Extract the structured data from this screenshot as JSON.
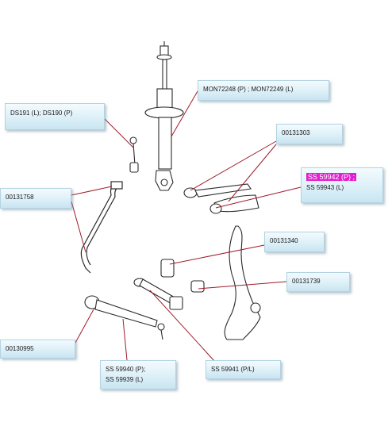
{
  "callouts": {
    "shock_absorber": "MON72248 (P) ;  MON72249 (L)",
    "stabilizer_link": "DS191 (L);  DS190  (P)",
    "upper_arm": "00131303",
    "upper_arm_part_highlight": "SS 59942 (P) ;",
    "upper_arm_part_second": "SS 59943 (L)",
    "stabilizer_bar": "00131758",
    "bushing_large": "00131340",
    "bushing_small": "00131739",
    "lower_arm_bushing": "00130995",
    "lower_arm_line1": "SS 59940 (P);",
    "lower_arm_line2": "SS 59939 (L)",
    "tension_strut": "SS 59941 (P/L)"
  },
  "colors": {
    "leader_line": "#9e1c2a",
    "callout_border": "#b4d3e1",
    "highlight": "#e21fd0",
    "part_stroke": "#2a2a2a"
  }
}
